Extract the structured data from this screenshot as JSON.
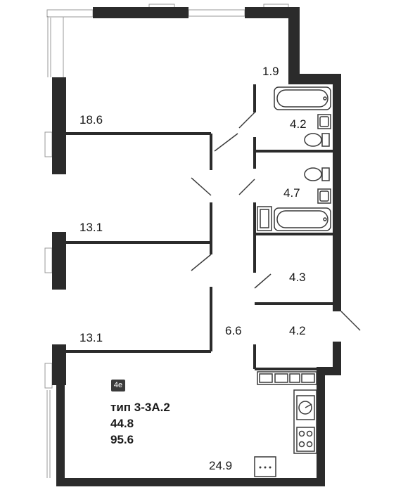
{
  "plan": {
    "badge": "4е",
    "type_label": "тип 3-3А.2",
    "living_area": "44.8",
    "total_area": "95.6"
  },
  "rooms": [
    {
      "id": "loggia",
      "area": "1.9"
    },
    {
      "id": "bedroom-1",
      "area": "18.6"
    },
    {
      "id": "bathroom-1",
      "area": "4.2"
    },
    {
      "id": "bathroom-2",
      "area": "4.7"
    },
    {
      "id": "bedroom-2",
      "area": "13.1"
    },
    {
      "id": "storage",
      "area": "4.3"
    },
    {
      "id": "bedroom-3",
      "area": "13.1"
    },
    {
      "id": "hallway",
      "area": "6.6"
    },
    {
      "id": "entry",
      "area": "4.2"
    },
    {
      "id": "living-kitchen",
      "area": "24.9"
    }
  ],
  "colors": {
    "wall": "#2b2b2b",
    "line": "#3a3a3a",
    "window": "#9a9a9a",
    "background": "#ffffff"
  },
  "icons": [
    "bathtub-icon",
    "sink-icon",
    "toilet-icon",
    "washing-machine-icon",
    "stove-icon",
    "kitchen-sink-icon"
  ]
}
